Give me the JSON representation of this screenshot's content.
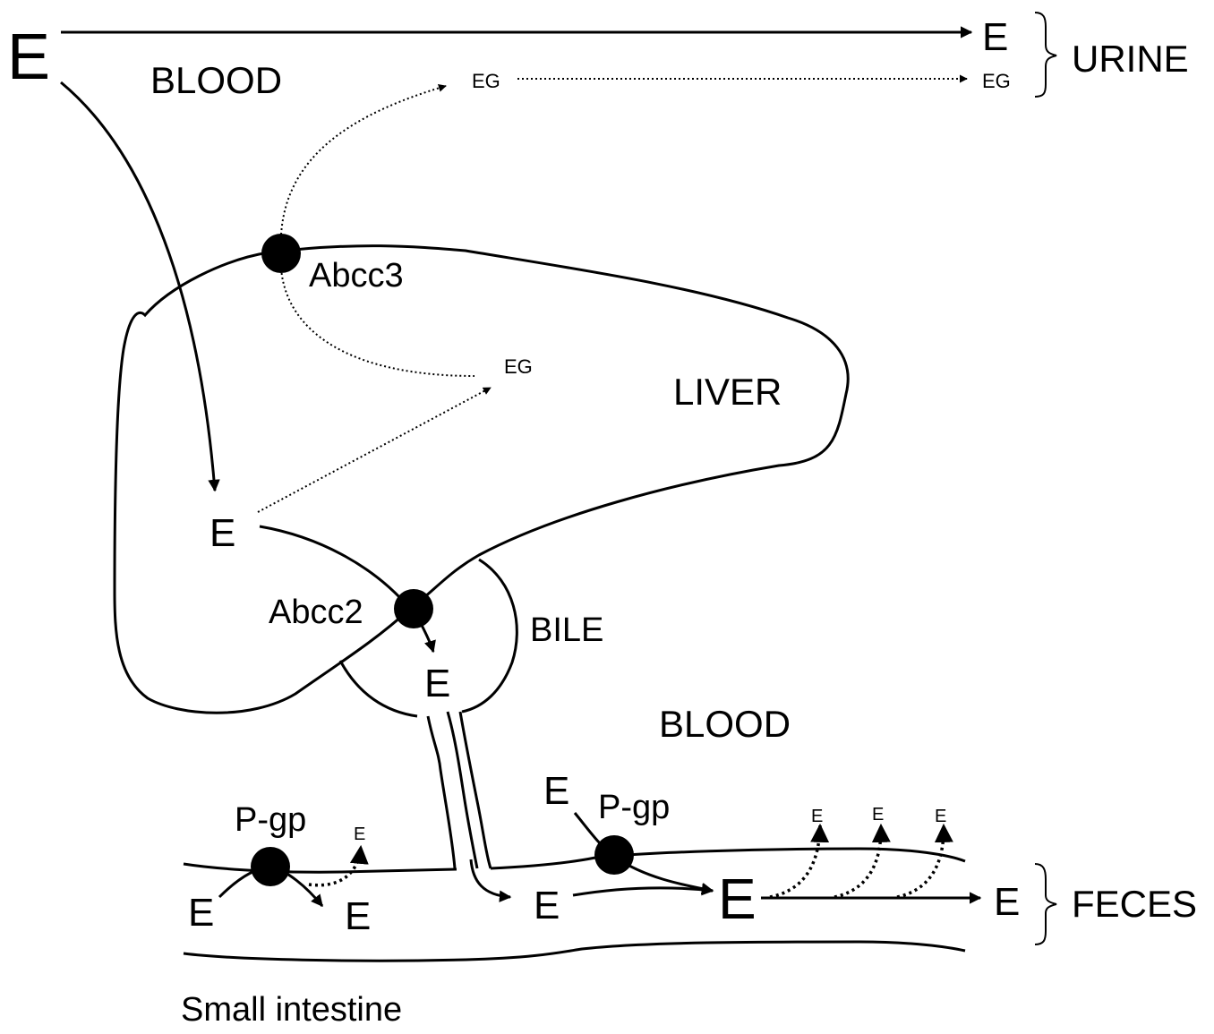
{
  "labels": {
    "blood_top": "BLOOD",
    "blood_lower": "BLOOD",
    "liver": "LIVER",
    "bile": "BILE",
    "urine": "URINE",
    "feces": "FECES",
    "small_intestine": "Small intestine",
    "abcc3": "Abcc3",
    "abcc2": "Abcc2",
    "pgp_left": "P-gp",
    "pgp_right": "P-gp"
  },
  "species": {
    "e": "E",
    "eg": "EG"
  }
}
